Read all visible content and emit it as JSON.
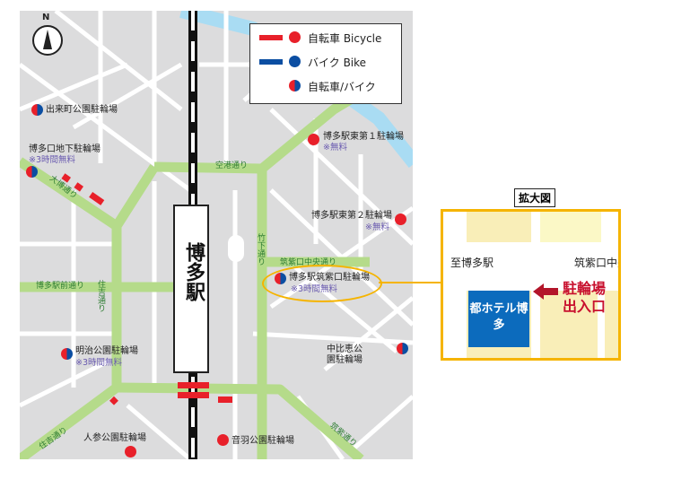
{
  "compass": {
    "label": "N"
  },
  "legend": {
    "items": [
      {
        "label": "自転車 Bicycle",
        "color": "#e8202a",
        "icon": "red-bar-and-dot"
      },
      {
        "label": "バイク Bike",
        "color": "#0b4ea2",
        "icon": "blue-bar-and-dot"
      },
      {
        "label": "自転車/バイク",
        "icon": "half-red-half-blue-dot"
      }
    ]
  },
  "station": {
    "name": "博多駅"
  },
  "roads": [
    "空港通り",
    "大博通り",
    "博多駅前通り",
    "住吉通り",
    "竹下通り",
    "筑紫口中央通り",
    "住吉通り",
    "筑紫通り"
  ],
  "parking": [
    {
      "name": "出来町公園駐輪場",
      "type": "both"
    },
    {
      "name": "博多口地下駐輪場",
      "note": "※3時間無料",
      "type": "both"
    },
    {
      "name": "博多駅東第１駐輪場",
      "note": "※無料",
      "type": "bicycle"
    },
    {
      "name": "博多駅東第２駐輪場",
      "note": "※無料",
      "type": "bicycle"
    },
    {
      "name": "博多駅筑紫口駐輪場",
      "note": "※3時間無料",
      "type": "both"
    },
    {
      "name": "明治公園駐輪場",
      "note": "※3時間無料",
      "type": "both"
    },
    {
      "name": "中比恵公園駐輪場",
      "type": "both"
    },
    {
      "name": "人参公園駐輪場",
      "type": "bicycle"
    },
    {
      "name": "音羽公園駐輪場",
      "type": "bicycle"
    }
  ],
  "inset": {
    "title": "拡大図",
    "to_station": "至博多駅",
    "street": "筑紫口中央通り",
    "hotel": "都ホテル博多",
    "entrance": "駐輪場出入口"
  },
  "colors": {
    "bicycle": "#e8202a",
    "bike": "#0b4ea2",
    "highlight": "#f5b400",
    "main_road": "#b5db8a",
    "river": "#a9dcf3"
  }
}
